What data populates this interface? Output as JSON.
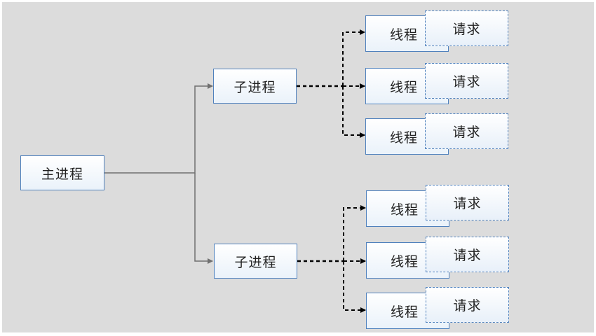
{
  "labels": {
    "main": "主进程",
    "child_1": "子进程",
    "child_2": "子进程",
    "thread_1": "线程",
    "thread_2": "线程",
    "thread_3": "线程",
    "thread_4": "线程",
    "thread_5": "线程",
    "thread_6": "线程",
    "request_1": "请求",
    "request_2": "请求",
    "request_3": "请求",
    "request_4": "请求",
    "request_5": "请求",
    "request_6": "请求"
  },
  "colors": {
    "background": "#dcdcdc",
    "node_border": "#4f81bd",
    "solid_connector": "#707070",
    "dashed_connector": "#000000"
  }
}
